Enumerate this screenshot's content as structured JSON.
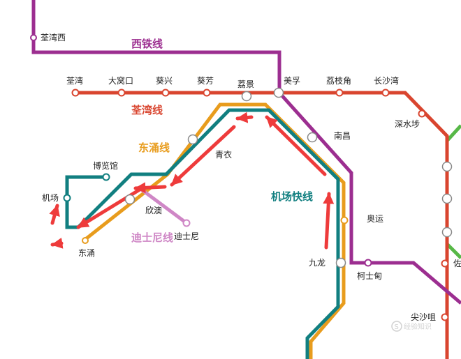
{
  "colors": {
    "west_rail": "#9c2e90",
    "tsuen_wan": "#d9452f",
    "tung_chung": "#e89c1d",
    "airport_express": "#117f80",
    "disneyland": "#cf87c6",
    "east_line": "#57b847",
    "arrow": "#ee3b3b",
    "station_fill": "#ffffff",
    "station_stroke": "#888888"
  },
  "lines": {
    "west_rail": "西铁线",
    "tsuen_wan": "荃湾线",
    "tung_chung": "东涌线",
    "airport_express": "机场快线",
    "disneyland": "迪士尼线"
  },
  "stations": {
    "tsuen_wan_west": "荃湾西",
    "tsuen_wan": "荃湾",
    "tai_wo_hau": "大窝口",
    "kwai_hing": "葵兴",
    "kwai_fong": "葵芳",
    "lai_king": "荔景",
    "mei_foo": "美孚",
    "lai_chi_kok": "荔枝角",
    "cheung_sha_wan": "长沙湾",
    "sham_shui_po": "深水埗",
    "nam_cheong": "南昌",
    "tsing_yi": "青衣",
    "asiaworld_expo": "博览馆",
    "airport": "机场",
    "sunny_bay": "欣澳",
    "disneyland_resort": "迪士尼",
    "tung_chung": "东涌",
    "olympic": "奥运",
    "kowloon": "九龙",
    "austin": "柯士甸",
    "tsim_sha_tsui": "尖沙咀",
    "jordan_partial": "佐"
  },
  "watermark": {
    "badge": "S",
    "text": "经验知识"
  }
}
